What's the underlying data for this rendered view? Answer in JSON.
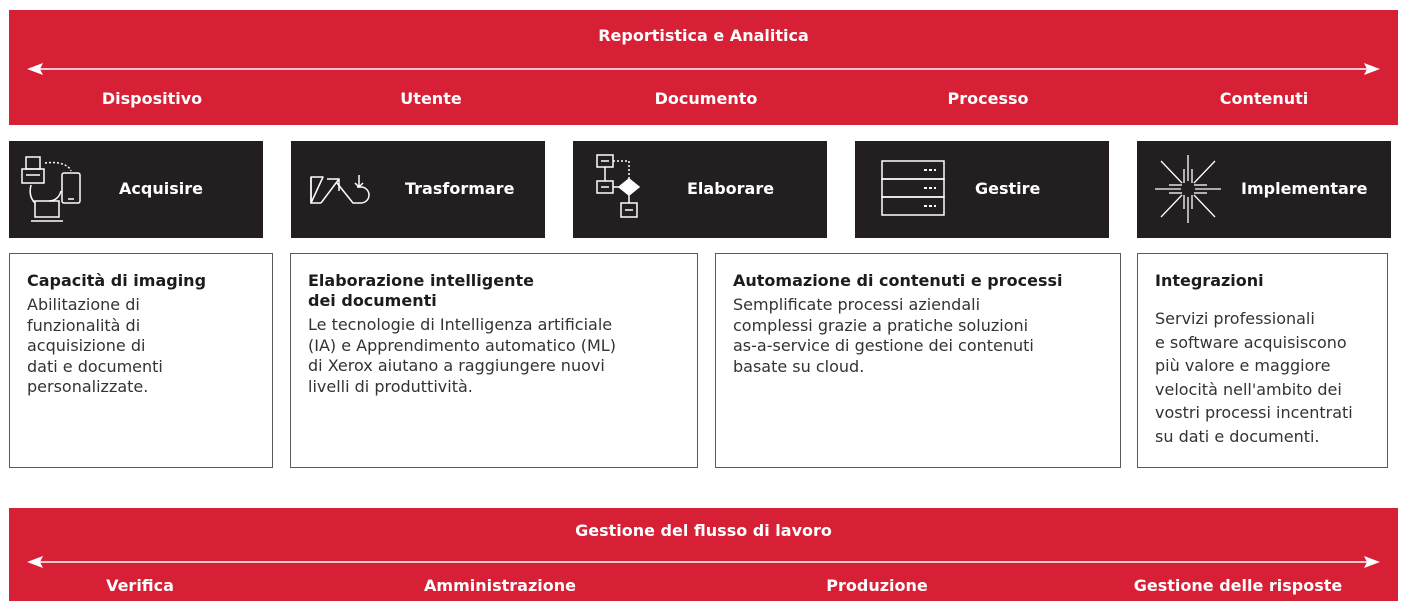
{
  "top_band": {
    "title": "Reportistica e Analitica",
    "labels": [
      "Dispositivo",
      "Utente",
      "Documento",
      "Processo",
      "Contenuti"
    ]
  },
  "tiles": [
    {
      "label": "Acquisire",
      "icon": "devices-icon"
    },
    {
      "label": "Trasformare",
      "icon": "transform-arrows-icon"
    },
    {
      "label": "Elaborare",
      "icon": "flowchart-icon"
    },
    {
      "label": "Gestire",
      "icon": "server-stack-icon"
    },
    {
      "label": "Implementare",
      "icon": "starburst-icon"
    }
  ],
  "cards": [
    {
      "heading": "Capacità di imaging",
      "text": "Abilitazione di\nfunzionalità di\nacquisizione di\ndati e documenti\npersonalizzate."
    },
    {
      "heading": "Elaborazione intelligente\ndei documenti",
      "text": "Le tecnologie di Intelligenza artificiale\n(IA) e Apprendimento automatico (ML)\ndi Xerox aiutano a raggiungere nuovi\nlivelli di produttività."
    },
    {
      "heading": "Automazione di contenuti e processi",
      "text": "Semplificate processi aziendali\ncomplessi grazie a pratiche soluzioni\nas-a-service di gestione dei contenuti\nbasate su cloud."
    },
    {
      "heading": "Integrazioni",
      "text": "Servizi professionali\ne software acquisiscono\npiù valore e maggiore\nvelocità nell'ambito dei\nvostri processi incentrati\nsu dati e documenti."
    }
  ],
  "bottom_band": {
    "title": "Gestione del flusso di lavoro",
    "labels": [
      "Verifica",
      "Amministrazione",
      "Produzione",
      "Gestione delle risposte"
    ]
  },
  "colors": {
    "accent_red": "#d71f35",
    "tile_dark": "#231f20",
    "border": "#5b5b5b"
  }
}
